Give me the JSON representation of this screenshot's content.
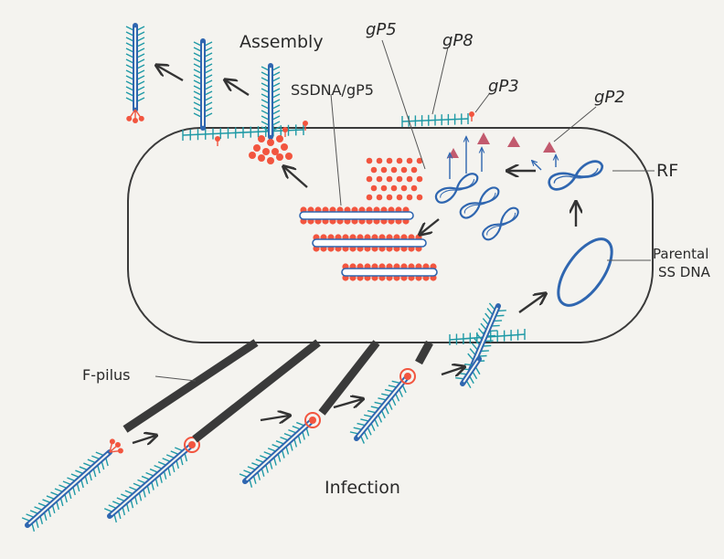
{
  "labels": {
    "assembly": "Assembly",
    "ssdna_gp5": "SSDNA/gP5",
    "gp5": "gP5",
    "gp8": "gP8",
    "gp3": "gP3",
    "gp2": "gP2",
    "rf": "RF",
    "parental_line1": "Parental",
    "parental_line2": "SS DNA",
    "f_pilus": "F-pilus",
    "infection": "Infection"
  },
  "colors": {
    "background": "#f4f3ef",
    "ink": "#333333",
    "cell_outline": "#3a3a3a",
    "phage_coat": "#1f9aa6",
    "dna_blue": "#2f66b0",
    "protein_red": "#f2553f",
    "gp2_triangle": "#c25a6e",
    "pilus": "#3a3a3a"
  },
  "icons": {
    "arrow": "arrow-icon",
    "rf_dna": "rf-dna-icon",
    "gp2_protein": "triangle-icon",
    "gp5_dot": "dot-icon"
  }
}
